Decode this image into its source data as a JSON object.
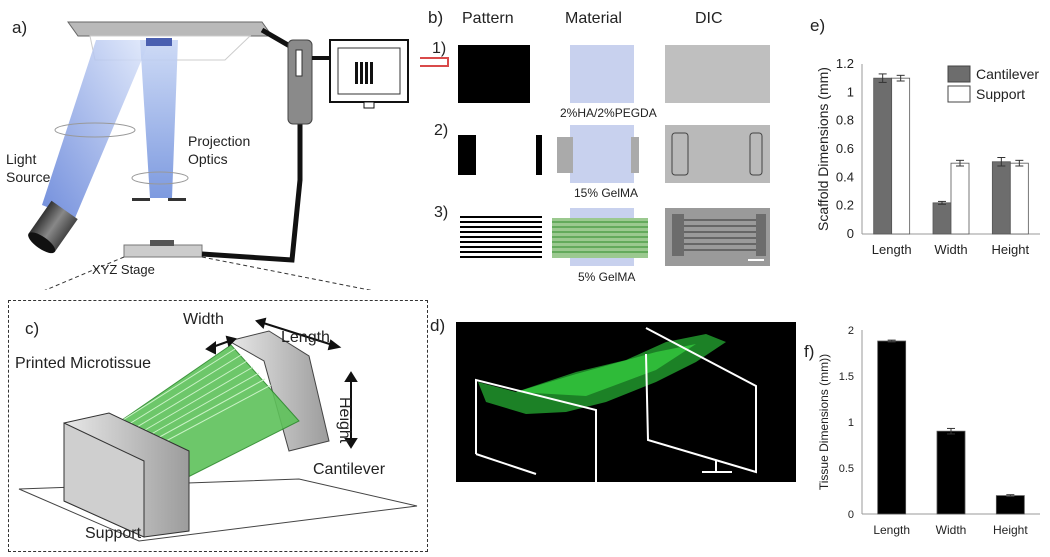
{
  "panel_a": {
    "label": "a)",
    "light_source": [
      "Light",
      "Source"
    ],
    "projection_optics": [
      "Projection",
      "Optics"
    ],
    "xyz_stage": "XYZ Stage"
  },
  "panel_b": {
    "label": "b)",
    "headers": [
      "Pattern",
      "Material",
      "DIC"
    ],
    "rows": [
      {
        "num": "1)",
        "material_caption": "2%HA/2%PEGDA"
      },
      {
        "num": "2)",
        "material_caption": "15% GelMA"
      },
      {
        "num": "3)",
        "material_caption": "5% GelMA"
      }
    ]
  },
  "panel_c": {
    "label": "c)",
    "width": "Width",
    "length": "Length",
    "height": "Height",
    "printed_microtissue": "Printed Microtissue",
    "cantilever": "Cantilever",
    "support": "Support"
  },
  "panel_d": {
    "label": "d)"
  },
  "panel_e": {
    "label": "e)"
  },
  "panel_f": {
    "label": "f)"
  },
  "colors": {
    "cantilever": "#6d6d6d",
    "support": "#ffffff",
    "tissue_bar": "#000000",
    "green": "#2bbf3a",
    "light_blue": "#8aa6e6",
    "arrow_red": "#d94a4a"
  },
  "chart_data": [
    {
      "id": "e",
      "type": "bar",
      "title": "",
      "ylabel": "Scaffold Dimensions (mm)",
      "xlabel": "",
      "categories": [
        "Length",
        "Width",
        "Height"
      ],
      "ylim": [
        0,
        1.2
      ],
      "yticks": [
        "0",
        "0.2",
        "0.4",
        "0.6",
        "0.8",
        "1",
        "1.2"
      ],
      "ytick_values": [
        0,
        0.2,
        0.4,
        0.6,
        0.8,
        1.0,
        1.2
      ],
      "legend": "top-right",
      "series": [
        {
          "name": "Cantilever",
          "values": [
            1.1,
            0.22,
            0.51
          ],
          "errors": [
            0.03,
            0.01,
            0.03
          ]
        },
        {
          "name": "Support",
          "values": [
            1.1,
            0.5,
            0.5
          ],
          "errors": [
            0.02,
            0.02,
            0.02
          ]
        }
      ]
    },
    {
      "id": "f",
      "type": "bar",
      "title": "",
      "ylabel": "Tissue Dimensions (mm))",
      "xlabel": "",
      "categories": [
        "Length",
        "Width",
        "Height"
      ],
      "ylim": [
        0,
        2
      ],
      "yticks": [
        "0",
        "0.5",
        "1",
        "1.5",
        "2"
      ],
      "ytick_values": [
        0,
        0.5,
        1,
        1.5,
        2
      ],
      "series": [
        {
          "name": "",
          "values": [
            1.88,
            0.9,
            0.2
          ],
          "errors": [
            0.01,
            0.03,
            0.01
          ]
        }
      ]
    }
  ]
}
